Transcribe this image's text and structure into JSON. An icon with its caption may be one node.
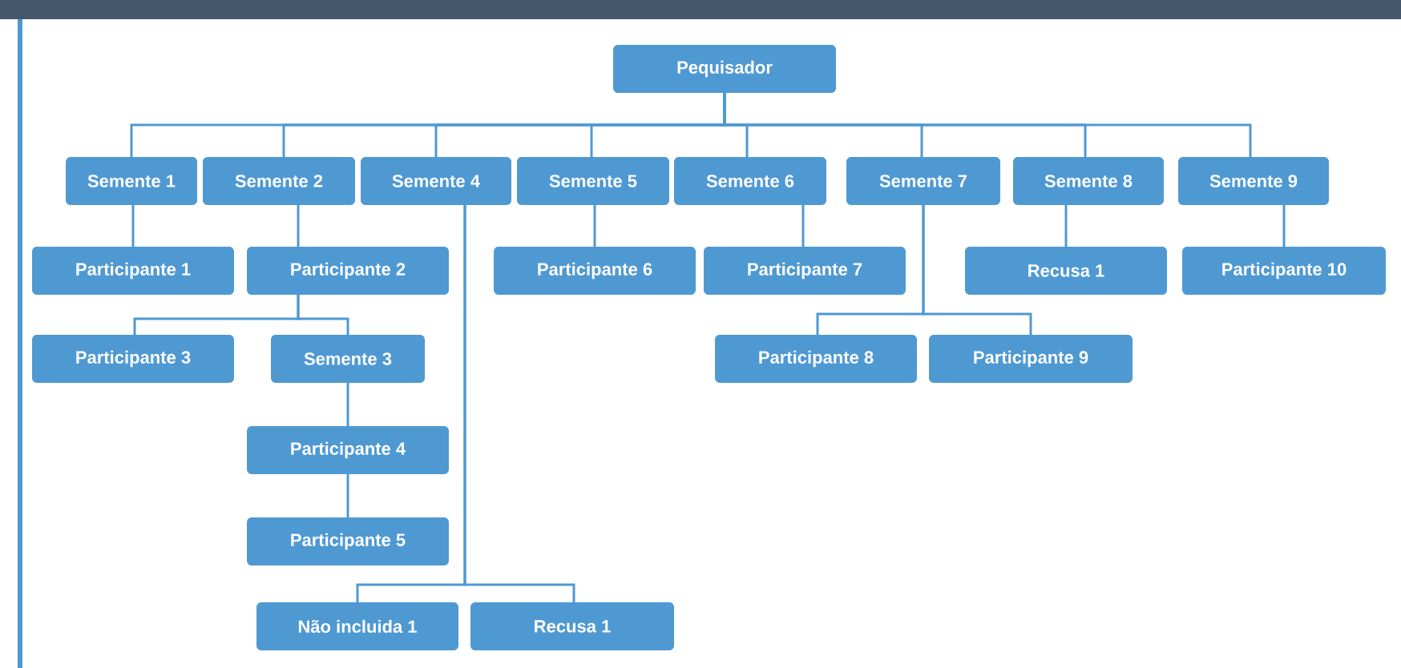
{
  "diagram": {
    "nodes": [
      {
        "text": [
          "Pequisador"
        ]
      },
      {
        "text": [
          "Semente 1"
        ]
      },
      {
        "text": [
          "Semente 2"
        ]
      },
      {
        "text": [
          "Semente 4"
        ]
      },
      {
        "text": [
          "Semente 5"
        ]
      },
      {
        "text": [
          "Semente 6"
        ]
      },
      {
        "text": [
          "Semente 7"
        ]
      },
      {
        "text": [
          "Semente 8"
        ]
      },
      {
        "text": [
          "Semente 9"
        ]
      },
      {
        "text": [
          "Participante 1"
        ]
      },
      {
        "text": [
          "Participante 2"
        ]
      },
      {
        "text": [
          "Participante 6"
        ]
      },
      {
        "text": [
          "Participante 7"
        ]
      },
      {
        "text": [
          "Recusa 1"
        ]
      },
      {
        "text": [
          "Participante 10"
        ]
      },
      {
        "text": [
          "Participante 3"
        ]
      },
      {
        "text": [
          "Semente 3"
        ]
      },
      {
        "text": [
          "Participante 8"
        ]
      },
      {
        "text": [
          "Participante 9"
        ]
      },
      {
        "text": [
          "Participante 4"
        ]
      },
      {
        "text": [
          "Participante 5"
        ]
      },
      {
        "text": [
          "Não incluida 1"
        ]
      },
      {
        "text": [
          "Recusa 1"
        ]
      }
    ],
    "edges": [
      {
        "from": 0,
        "to": 1,
        "arrow": "none"
      },
      {
        "from": 0,
        "to": 2,
        "arrow": "none"
      },
      {
        "from": 0,
        "to": 3,
        "arrow": "none"
      },
      {
        "from": 0,
        "to": 4,
        "arrow": "none"
      },
      {
        "from": 0,
        "to": 5,
        "arrow": "none"
      },
      {
        "from": 0,
        "to": 6,
        "arrow": "none"
      },
      {
        "from": 0,
        "to": 7,
        "arrow": "none"
      },
      {
        "from": 0,
        "to": 8,
        "arrow": "none"
      },
      {
        "from": 1,
        "to": 9,
        "arrow": "none"
      },
      {
        "from": 2,
        "to": 10,
        "arrow": "none"
      },
      {
        "from": 10,
        "to": 15,
        "arrow": "none"
      },
      {
        "from": 10,
        "to": 16,
        "arrow": "none"
      },
      {
        "from": 16,
        "to": 19,
        "arrow": "none"
      },
      {
        "from": 19,
        "to": 20,
        "arrow": "none"
      },
      {
        "from": 3,
        "to": 21,
        "arrow": "none"
      },
      {
        "from": 3,
        "to": 22,
        "arrow": "none"
      },
      {
        "from": 4,
        "to": 11,
        "arrow": "none"
      },
      {
        "from": 5,
        "to": 12,
        "arrow": "none"
      },
      {
        "from": 6,
        "to": 17,
        "arrow": "none"
      },
      {
        "from": 6,
        "to": 18,
        "arrow": "none"
      },
      {
        "from": 7,
        "to": 13,
        "arrow": "none"
      },
      {
        "from": 8,
        "to": 14,
        "arrow": "none"
      }
    ]
  }
}
